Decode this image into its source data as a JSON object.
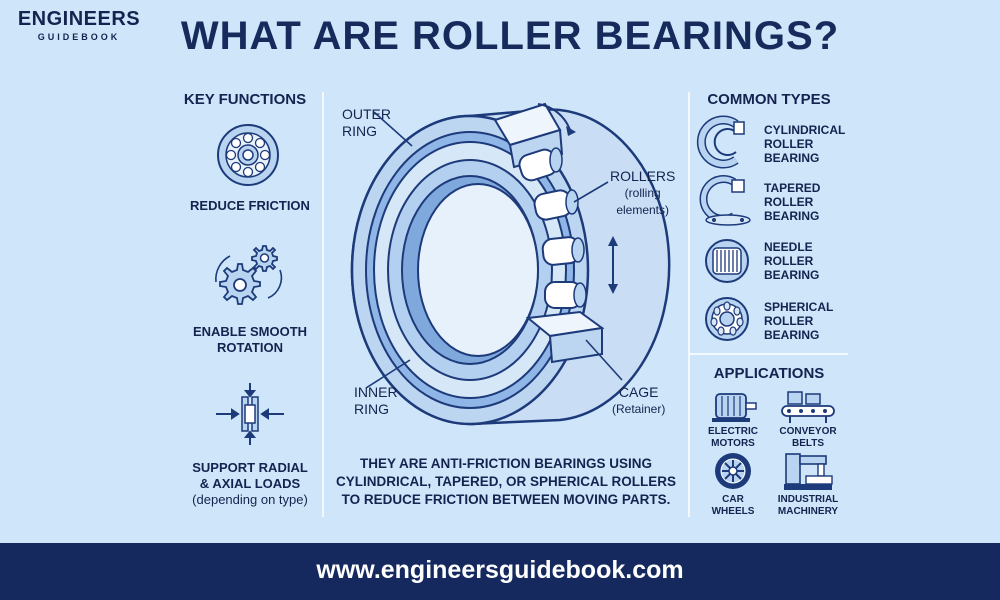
{
  "brand": {
    "name": "ENGINEERS",
    "sub": "GUIDEBOOK"
  },
  "title": "WHAT ARE ROLLER BEARINGS?",
  "key_functions": {
    "heading": "KEY FUNCTIONS",
    "items": [
      {
        "label": "REDUCE FRICTION",
        "icon": "ball-bearing-icon"
      },
      {
        "label_line1": "ENABLE SMOOTH",
        "label_line2": "ROTATION",
        "icon": "gears-icon"
      },
      {
        "label_line1": "SUPPORT RADIAL",
        "label_line2": "& AXIAL LOADS",
        "label_line3": "(depending on type)",
        "icon": "loads-icon"
      }
    ]
  },
  "diagram": {
    "outer_ring": {
      "line1": "OUTER",
      "line2": "RING"
    },
    "inner_ring": {
      "line1": "INNER",
      "line2": "RING"
    },
    "rollers": {
      "line1": "ROLLERS",
      "line2": "(rolling",
      "line3": "elements)"
    },
    "cage": {
      "line1": "CAGE",
      "line2": "(Retainer)"
    }
  },
  "caption": {
    "line1": "THEY ARE ANTI-FRICTION BEARINGS USING",
    "line2": "CYLINDRICAL, TAPERED, OR SPHERICAL ROLLERS",
    "line3": "TO REDUCE FRICTION BETWEEN MOVING PARTS."
  },
  "common_types": {
    "heading": "COMMON TYPES",
    "items": [
      {
        "line1": "CYLINDRICAL",
        "line2": "ROLLER",
        "line3": "BEARING",
        "icon": "cylindrical-bearing-icon"
      },
      {
        "line1": "TAPERED",
        "line2": "ROLLER",
        "line3": "BEARING",
        "icon": "tapered-bearing-icon"
      },
      {
        "line1": "NEEDLE",
        "line2": "ROLLER",
        "line3": "BEARING",
        "icon": "needle-bearing-icon"
      },
      {
        "line1": "SPHERICAL",
        "line2": "ROLLER",
        "line3": "BEARING",
        "icon": "spherical-bearing-icon"
      }
    ]
  },
  "applications": {
    "heading": "APPLICATIONS",
    "items": [
      {
        "line1": "ELECTRIC",
        "line2": "MOTORS",
        "icon": "electric-motor-icon"
      },
      {
        "line1": "CONVEYOR",
        "line2": "BELTS",
        "icon": "conveyor-icon"
      },
      {
        "line1": "CAR",
        "line2": "WHEELS",
        "icon": "car-wheel-icon"
      },
      {
        "line1": "INDUSTRIAL",
        "line2": "MACHINERY",
        "icon": "industrial-machine-icon"
      }
    ]
  },
  "footer": {
    "url": "www.engineersguidebook.com"
  },
  "colors": {
    "background": "#cfe6fa",
    "navy": "#16295e",
    "steel": "#b9d4f1",
    "outline": "#1d3a7a"
  }
}
